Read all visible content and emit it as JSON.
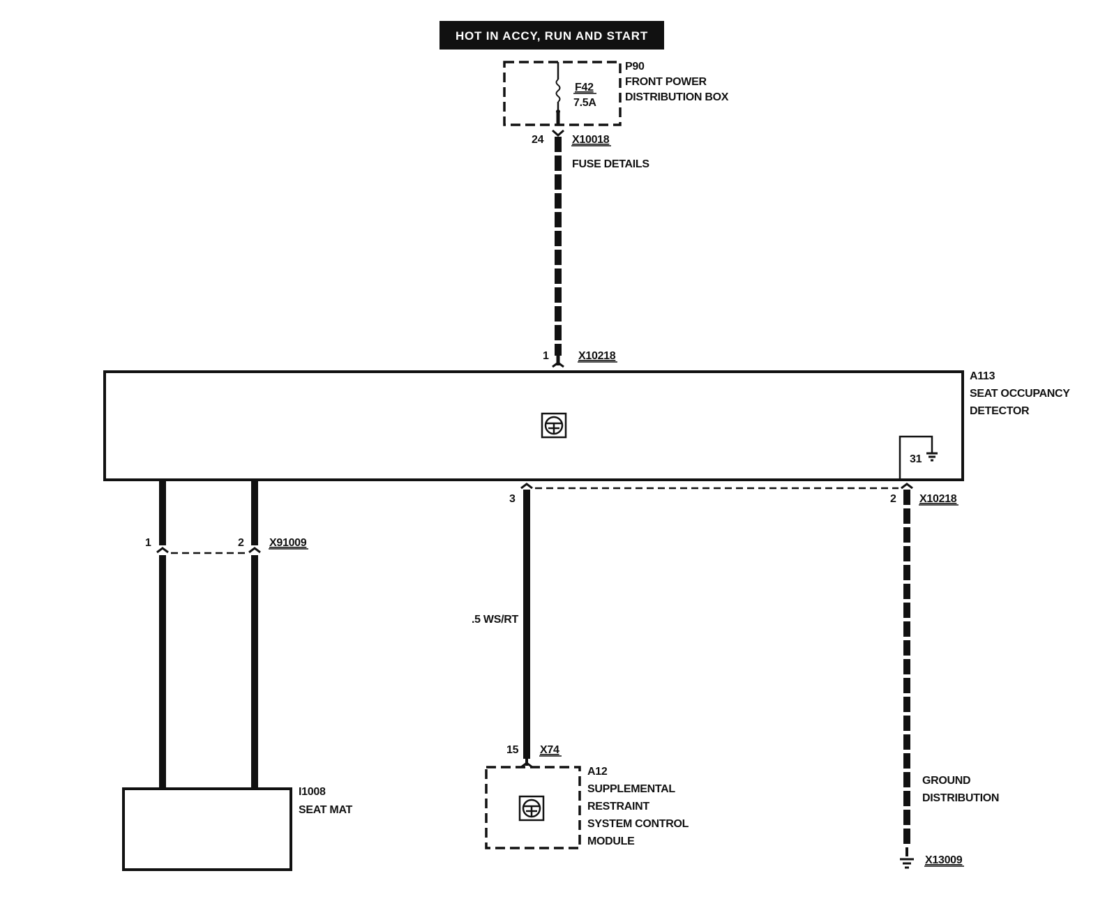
{
  "header": {
    "text": "HOT IN ACCY, RUN AND START"
  },
  "fuse_box": {
    "id": "P90",
    "name_line1": "FRONT POWER",
    "name_line2": "DISTRIBUTION BOX",
    "fuse_id": "F42",
    "fuse_rating": "7.5A",
    "pin": "24",
    "connector": "X10018",
    "details": "FUSE DETAILS"
  },
  "detector": {
    "id": "A113",
    "name_line1": "SEAT OCCUPANCY",
    "name_line2": "DETECTOR",
    "top_pin": "1",
    "top_connector": "X10218",
    "ground_pin": "31",
    "pin3": "3",
    "pin2": "2",
    "bottom_connector": "X10218"
  },
  "seat_mat": {
    "id": "I1008",
    "name": "SEAT MAT",
    "pin1": "1",
    "pin2": "2",
    "connector": "X91009"
  },
  "srs_module": {
    "id": "A12",
    "name_line1": "SUPPLEMENTAL",
    "name_line2": "RESTRAINT",
    "name_line3": "SYSTEM CONTROL",
    "name_line4": "MODULE",
    "pin": "15",
    "connector": "X74",
    "wire": ".5 WS/RT"
  },
  "ground": {
    "name_line1": "GROUND",
    "name_line2": "DISTRIBUTION",
    "connector": "X13009"
  },
  "icons": [
    "airbag-symbol-icon",
    "ground-symbol-icon",
    "fuse-symbol-icon"
  ]
}
